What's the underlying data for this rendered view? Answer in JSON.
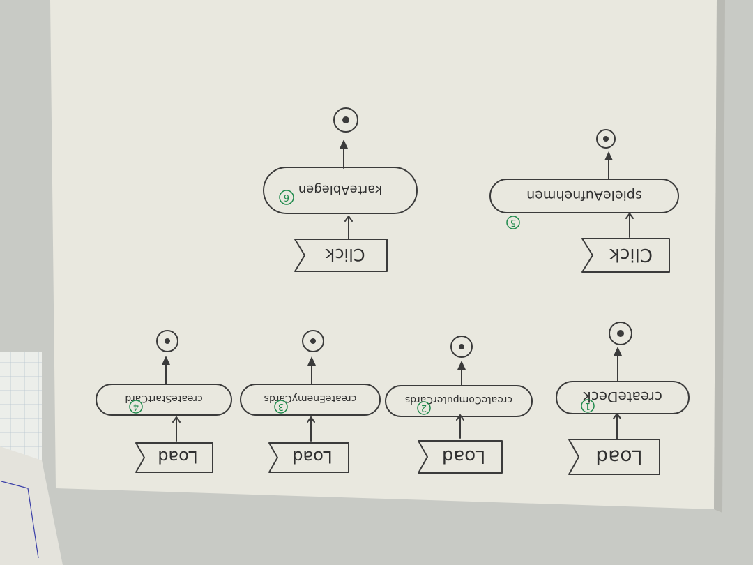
{
  "diagram": {
    "orientation": "upside-down",
    "colors": {
      "ink": "#3b3b3b",
      "number": "#1f8a4c",
      "paper": "#e9e8e0"
    },
    "columns": [
      {
        "id": "col1",
        "event": "Load",
        "action": "createDeck",
        "order": "1"
      },
      {
        "id": "col2",
        "event": "Load",
        "action": "createComputerCards",
        "order": "2"
      },
      {
        "id": "col3",
        "event": "Load",
        "action": "createEnemyCards",
        "order": "3"
      },
      {
        "id": "col4",
        "event": "Load",
        "action": "createStartCard",
        "order": "4"
      },
      {
        "id": "col5",
        "event": "Click",
        "action": "spieleAufnehmen",
        "order": "5"
      },
      {
        "id": "col6",
        "event": "Click",
        "action": "karteAblegen",
        "order": "6"
      }
    ]
  }
}
